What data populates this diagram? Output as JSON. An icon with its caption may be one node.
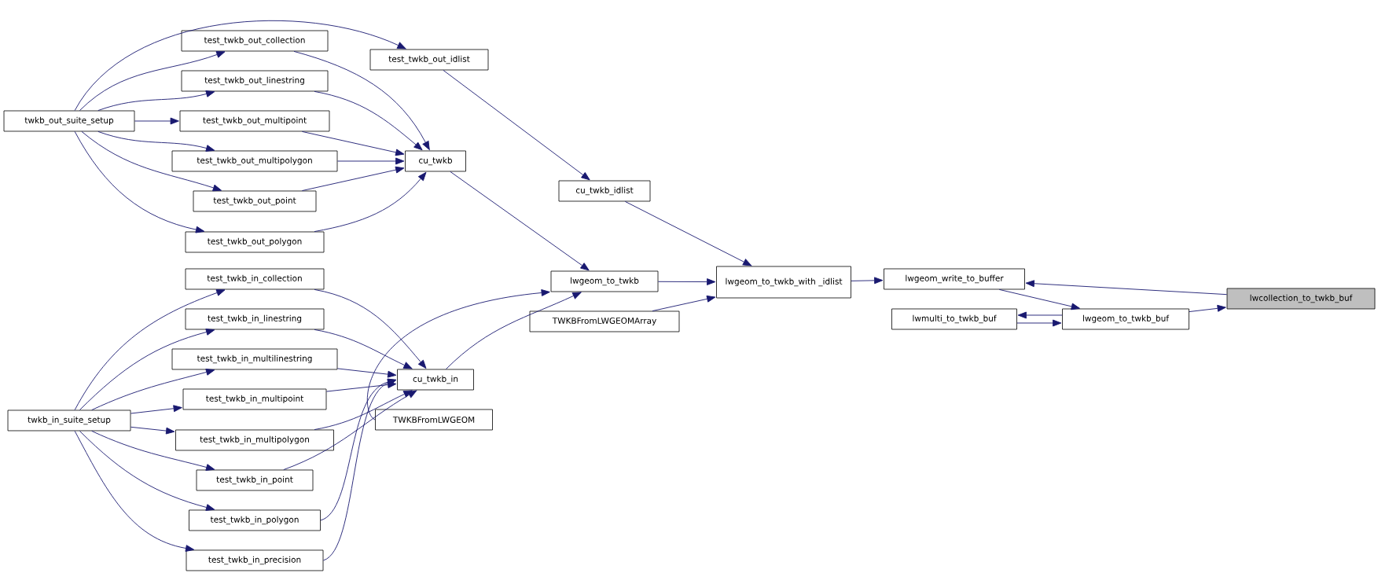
{
  "diagram": {
    "nodes": [
      {
        "text": [
          "twkb_out_suite_setup"
        ]
      },
      {
        "text": [
          "twkb_in_suite_setup"
        ]
      },
      {
        "text": [
          "test_twkb_out_collection"
        ]
      },
      {
        "text": [
          "test_twkb_out_linestring"
        ]
      },
      {
        "text": [
          "test_twkb_out_multipoint"
        ]
      },
      {
        "text": [
          "test_twkb_out_multipolygon"
        ]
      },
      {
        "text": [
          "test_twkb_out_point"
        ]
      },
      {
        "text": [
          "test_twkb_out_polygon"
        ]
      },
      {
        "text": [
          "test_twkb_in_collection"
        ]
      },
      {
        "text": [
          "test_twkb_in_linestring"
        ]
      },
      {
        "text": [
          "test_twkb_in_multilinestring"
        ]
      },
      {
        "text": [
          "test_twkb_in_multipoint"
        ]
      },
      {
        "text": [
          "test_twkb_in_multipolygon"
        ]
      },
      {
        "text": [
          "test_twkb_in_point"
        ]
      },
      {
        "text": [
          "test_twkb_in_polygon"
        ]
      },
      {
        "text": [
          "test_twkb_in_precision"
        ]
      },
      {
        "text": [
          "test_twkb_out_idlist"
        ]
      },
      {
        "text": [
          "cu_twkb"
        ]
      },
      {
        "text": [
          "cu_twkb_in"
        ]
      },
      {
        "text": [
          "TWKBFromLWGEOM"
        ]
      },
      {
        "text": [
          "cu_twkb_idlist"
        ]
      },
      {
        "text": [
          "lwgeom_to_twkb"
        ]
      },
      {
        "text": [
          "TWKBFromLWGEOMArray"
        ]
      },
      {
        "text": [
          "lwgeom_to_twkb_with _idlist"
        ]
      },
      {
        "text": [
          "lwgeom_write_to_buffer"
        ]
      },
      {
        "text": [
          "lwmulti_to_twkb_buf"
        ]
      },
      {
        "text": [
          "lwgeom_to_twkb_buf"
        ]
      },
      {
        "text": [
          "lwcollection_to_twkb_buf"
        ]
      }
    ],
    "edges": [
      {
        "from": 0,
        "to": 16,
        "arrow": "to"
      },
      {
        "from": 0,
        "to": 2,
        "arrow": "to"
      },
      {
        "from": 0,
        "to": 3,
        "arrow": "to"
      },
      {
        "from": 0,
        "to": 4,
        "arrow": "to"
      },
      {
        "from": 0,
        "to": 5,
        "arrow": "to"
      },
      {
        "from": 0,
        "to": 6,
        "arrow": "to"
      },
      {
        "from": 0,
        "to": 7,
        "arrow": "to"
      },
      {
        "from": 2,
        "to": 17,
        "arrow": "to"
      },
      {
        "from": 3,
        "to": 17,
        "arrow": "to"
      },
      {
        "from": 4,
        "to": 17,
        "arrow": "to"
      },
      {
        "from": 5,
        "to": 17,
        "arrow": "to"
      },
      {
        "from": 6,
        "to": 17,
        "arrow": "to"
      },
      {
        "from": 7,
        "to": 17,
        "arrow": "to"
      },
      {
        "from": 16,
        "to": 20,
        "arrow": "to"
      },
      {
        "from": 17,
        "to": 21,
        "arrow": "to"
      },
      {
        "from": 20,
        "to": 23,
        "arrow": "to"
      },
      {
        "from": 21,
        "to": 23,
        "arrow": "to"
      },
      {
        "from": 22,
        "to": 23,
        "arrow": "to"
      },
      {
        "from": 1,
        "to": 8,
        "arrow": "to"
      },
      {
        "from": 1,
        "to": 9,
        "arrow": "to"
      },
      {
        "from": 1,
        "to": 10,
        "arrow": "to"
      },
      {
        "from": 1,
        "to": 11,
        "arrow": "to"
      },
      {
        "from": 1,
        "to": 12,
        "arrow": "to"
      },
      {
        "from": 1,
        "to": 13,
        "arrow": "to"
      },
      {
        "from": 1,
        "to": 14,
        "arrow": "to"
      },
      {
        "from": 1,
        "to": 15,
        "arrow": "to"
      },
      {
        "from": 8,
        "to": 18,
        "arrow": "to"
      },
      {
        "from": 9,
        "to": 18,
        "arrow": "to"
      },
      {
        "from": 10,
        "to": 18,
        "arrow": "to"
      },
      {
        "from": 11,
        "to": 18,
        "arrow": "to"
      },
      {
        "from": 12,
        "to": 18,
        "arrow": "to"
      },
      {
        "from": 13,
        "to": 18,
        "arrow": "to"
      },
      {
        "from": 14,
        "to": 18,
        "arrow": "to"
      },
      {
        "from": 15,
        "to": 18,
        "arrow": "to"
      },
      {
        "from": 18,
        "to": 21,
        "arrow": "to"
      },
      {
        "from": 19,
        "to": 21,
        "arrow": "to"
      },
      {
        "from": 23,
        "to": 24,
        "arrow": "to"
      },
      {
        "from": 24,
        "to": 26,
        "arrow": "to"
      },
      {
        "from": 27,
        "to": 24,
        "arrow": "to"
      },
      {
        "from": 26,
        "to": 27,
        "arrow": "to"
      },
      {
        "from": 26,
        "to": 25,
        "arrow": "to"
      },
      {
        "from": 25,
        "to": 26,
        "arrow": "to"
      }
    ]
  }
}
